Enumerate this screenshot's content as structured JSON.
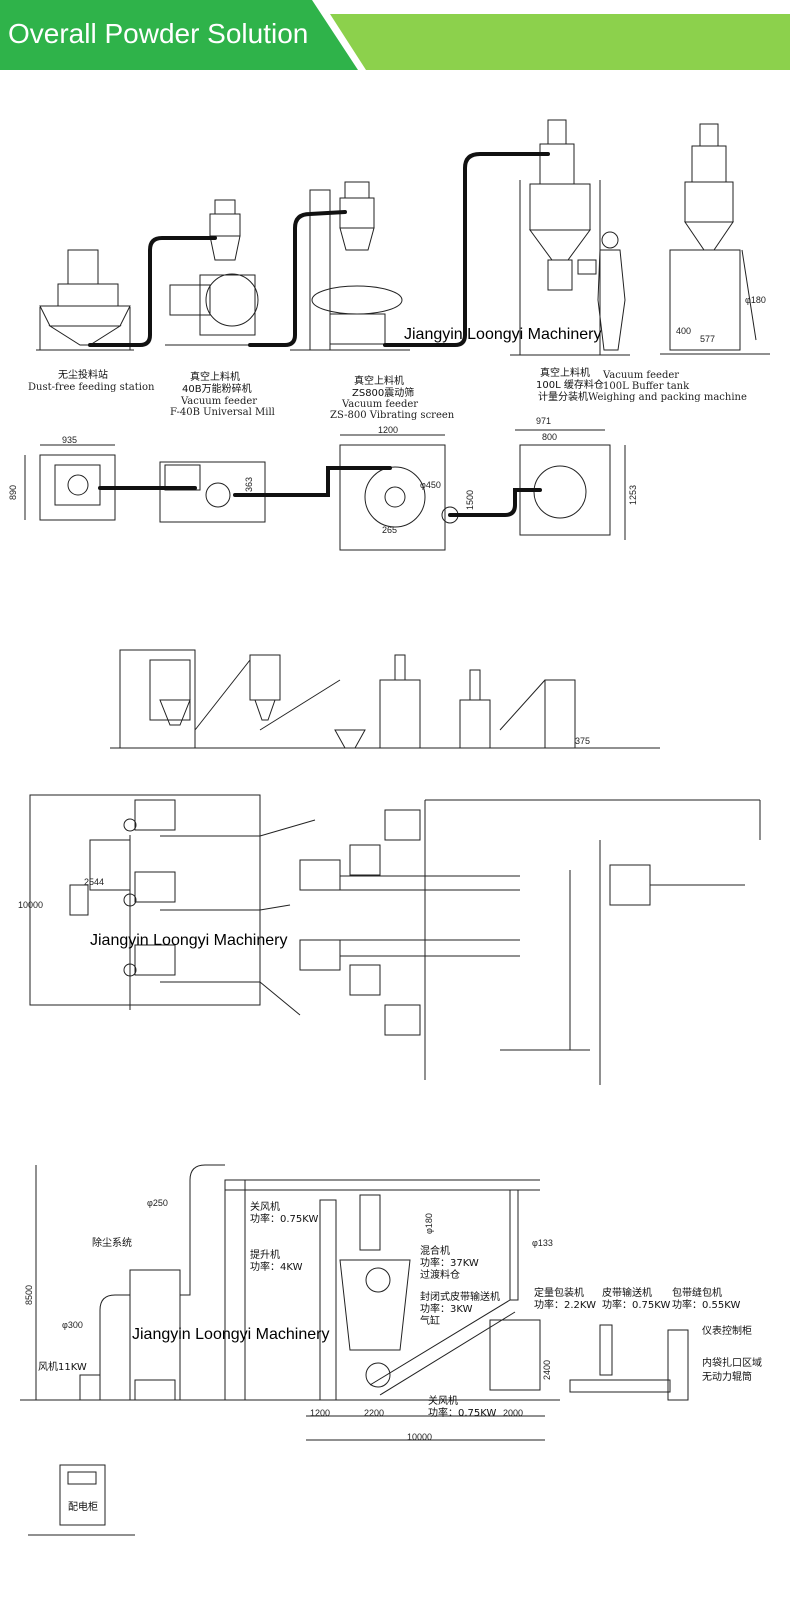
{
  "banner": {
    "title": "Overall Powder Solution",
    "green_dark": "#2fb34a",
    "green_light": "#8cd14c"
  },
  "watermark": "Jiangyin Loongyi Machinery",
  "panel1": {
    "stations": [
      {
        "cn": "无尘投料站",
        "en": "Dust-free feeding station"
      },
      {
        "cn": "真空上料机",
        "cn2": "40B万能粉碎机",
        "en": "Vacuum feeder",
        "en2": "F-40B Universal Mill"
      },
      {
        "cn": "真空上料机",
        "cn2": "ZS800震动筛",
        "en": "Vacuum feeder",
        "en2": "ZS-800 Vibrating screen"
      },
      {
        "cn": "真空上料机",
        "cn2": "100L 缓存料仓",
        "cn3": "计量分装机"
      },
      {
        "en": "Vacuum feeder",
        "en2": "100L Buffer tank",
        "en3": "Weighing and packing machine"
      }
    ],
    "dims": {
      "d935": "935",
      "d890": "890",
      "d363": "363",
      "d1200": "1200",
      "d450": "φ450",
      "d265": "265",
      "d1500": "1500",
      "d971": "971",
      "d800": "800",
      "d1253": "1253",
      "d180": "φ180",
      "d400": "400",
      "d577": "577"
    }
  },
  "panel2": {
    "dims": {
      "d375": "375",
      "d10000": "10000",
      "d2544": "2544"
    }
  },
  "panel3": {
    "labels": {
      "dust": "除尘系统",
      "fan_top": "关风机",
      "fan_top_p": "功率：0.75KW",
      "lift": "提升机",
      "lift_p": "功率：4KW",
      "mixer": "混合机",
      "mixer_p": "功率：37KW",
      "bin": "过渡料仓",
      "belt": "封闭式皮带输送机",
      "belt_p": "功率：3KW",
      "cyl": "气缸",
      "fan_bot": "关风机",
      "fan_bot_p": "功率：0.75KW",
      "packer": "定量包装机",
      "packer_p": "功率：2.2KW",
      "conveyor": "皮带输送机",
      "conveyor_p": "功率：0.75KW",
      "sewer": "包带缝包机",
      "sewer_p": "功率：0.55KW",
      "panel_cab": "仪表控制柜",
      "bag_area": "内袋扎口区域",
      "roller": "无动力辊筒",
      "blower": "风机11KW",
      "cabinet": "配电柜"
    },
    "dims": {
      "d250": "φ250",
      "d180": "φ180",
      "d133": "φ133",
      "d300": "φ300",
      "d8500": "8500",
      "d2400": "2400",
      "d1200": "1200",
      "d2200": "2200",
      "d2000": "2000",
      "d10000": "10000"
    }
  }
}
